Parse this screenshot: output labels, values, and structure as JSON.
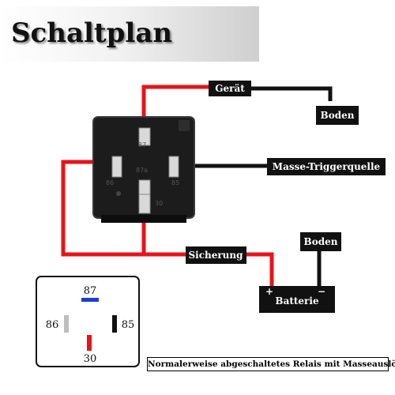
{
  "title": "Schaltplan",
  "labels": {
    "device": "Gerät",
    "ground_top": "Boden",
    "trigger": "Masse-Triggerquelle",
    "fuse": "Sicherung",
    "ground_battery": "Boden",
    "battery": "Batterie",
    "plus": "+",
    "minus": "−"
  },
  "relay_pins": {
    "p87": "87",
    "p87a": "87a",
    "p86": "86",
    "p85": "85",
    "p30": "30"
  },
  "legend_pins": {
    "p87": "87",
    "p86": "86",
    "p85": "85",
    "p30": "30"
  },
  "colors": {
    "wire_red": "#e8131a",
    "wire_black": "#111111",
    "relay_body": "#1c1c1c",
    "pin87": "#1a3fd1",
    "pin86": "#bdbdbd",
    "pin85": "#111111",
    "pin30": "#e8131a"
  },
  "caption": "Normalerweise abgeschaltetes Relais mit Masseauslöser"
}
